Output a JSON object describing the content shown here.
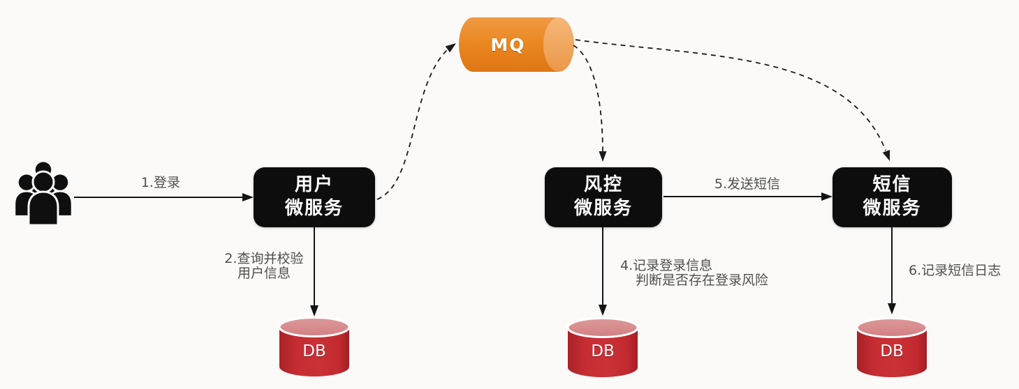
{
  "diagram": {
    "title": "login-risk-sms-microservices-flow",
    "colors": {
      "background": "#fbfaf8",
      "service_node_bg": "#0d0d0d",
      "service_node_text": "#ffffff",
      "mq_body_orange": "#ea861f",
      "mq_face_orange": "#f3a763",
      "db_body_red": "#c2282e",
      "db_top_pink": "#d98e8f",
      "edge_label_gray": "#4e4e4e",
      "arrow_black": "#141414"
    }
  },
  "icons": {
    "actor": "user-group-icon"
  },
  "nodes": {
    "user_service": {
      "line1": "用户",
      "line2": "微服务"
    },
    "risk_service": {
      "line1": "风控",
      "line2": "微服务"
    },
    "sms_service": {
      "line1": "短信",
      "line2": "微服务"
    },
    "mq": {
      "label": "MQ"
    },
    "db_user": {
      "label": "DB"
    },
    "db_risk": {
      "label": "DB"
    },
    "db_sms": {
      "label": "DB"
    }
  },
  "edges": {
    "login": {
      "label": "1.登录"
    },
    "query_user": {
      "line1": "2.查询并校验",
      "line2": "用户信息"
    },
    "record_login": {
      "line1": "4.记录登录信息",
      "line2": "判断是否存在登录风险"
    },
    "send_sms": {
      "label": "5.发送短信"
    },
    "record_sms": {
      "label": "6.记录短信日志"
    }
  }
}
